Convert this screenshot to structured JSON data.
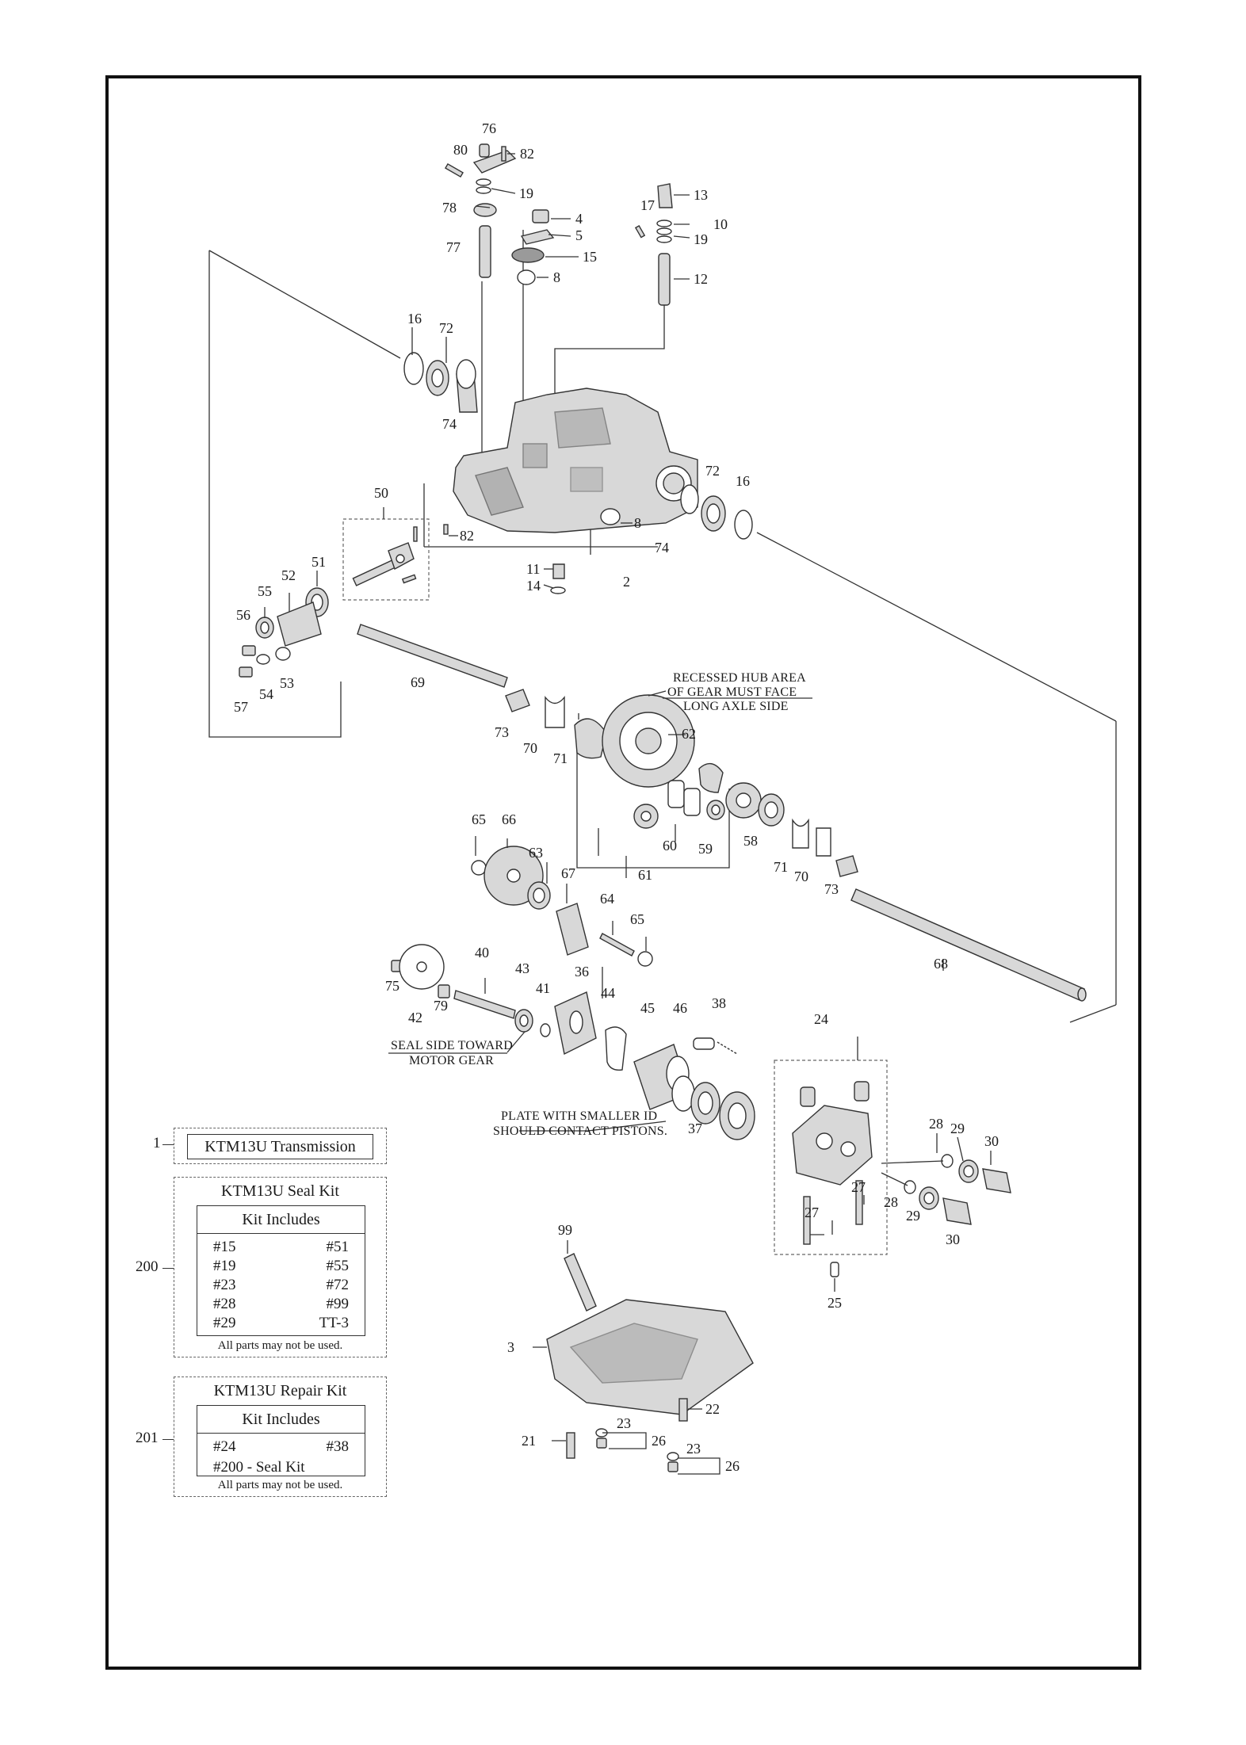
{
  "parts": {
    "p80": "80",
    "p76": "76",
    "p82a": "82",
    "p19a": "19",
    "p78": "78",
    "p77": "77",
    "p4": "4",
    "p5": "5",
    "p15": "15",
    "p8a": "8",
    "p17": "17",
    "p13": "13",
    "p10": "10",
    "p19b": "19",
    "p12": "12",
    "p16a": "16",
    "p72a": "72",
    "p74a": "74",
    "p72b": "72",
    "p16b": "16",
    "p8b": "8",
    "p74b": "74",
    "p82b": "82",
    "p11": "11",
    "p14": "14",
    "p2": "2",
    "p50": "50",
    "p51": "51",
    "p52": "52",
    "p55": "55",
    "p56": "56",
    "p57": "57",
    "p54": "54",
    "p53": "53",
    "p69": "69",
    "p73a": "73",
    "p70a": "70",
    "p71a": "71",
    "p62": "62",
    "p65a": "65",
    "p66": "66",
    "p63": "63",
    "p67": "67",
    "p64": "64",
    "p65b": "65",
    "p60": "60",
    "p59": "59",
    "p61": "61",
    "p58": "58",
    "p71b": "71",
    "p70b": "70",
    "p73b": "73",
    "p68": "68",
    "p75": "75",
    "p42": "42",
    "p79": "79",
    "p40": "40",
    "p43": "43",
    "p41": "41",
    "p36": "36",
    "p44": "44",
    "p45": "45",
    "p46": "46",
    "p38": "38",
    "p37": "37",
    "p24": "24",
    "p28a": "28",
    "p29a": "29",
    "p30a": "30",
    "p27a": "27",
    "p27b": "27",
    "p28b": "28",
    "p29b": "29",
    "p30b": "30",
    "p25": "25",
    "p99": "99",
    "p3": "3",
    "p22": "22",
    "p21": "21",
    "p23a": "23",
    "p26a": "26",
    "p23b": "23",
    "p26b": "26"
  },
  "notes": {
    "gear_line1": "RECESSED HUB AREA",
    "gear_line2": "OF GEAR MUST FACE",
    "gear_line3": "LONG AXLE SIDE",
    "seal_line1": "SEAL SIDE TOWARD",
    "seal_line2": "MOTOR GEAR",
    "plate_line1": "PLATE WITH SMALLER ID",
    "plate_line2": "SHOULD CONTACT PISTONS."
  },
  "kits": {
    "transmission": {
      "num": "1",
      "title": "KTM13U Transmission"
    },
    "seal_kit": {
      "num": "200",
      "title": "KTM13U Seal Kit",
      "header": "Kit Includes",
      "items": [
        "#15",
        "#51",
        "#19",
        "#55",
        "#23",
        "#72",
        "#28",
        "#99",
        "#29",
        "TT-3"
      ],
      "footer": "All parts may not be used."
    },
    "repair_kit": {
      "num": "201",
      "title": "KTM13U Repair Kit",
      "header": "Kit Includes",
      "items": [
        "#24",
        "#38"
      ],
      "line3": "#200 - Seal Kit",
      "footer": "All parts may not be used."
    }
  }
}
